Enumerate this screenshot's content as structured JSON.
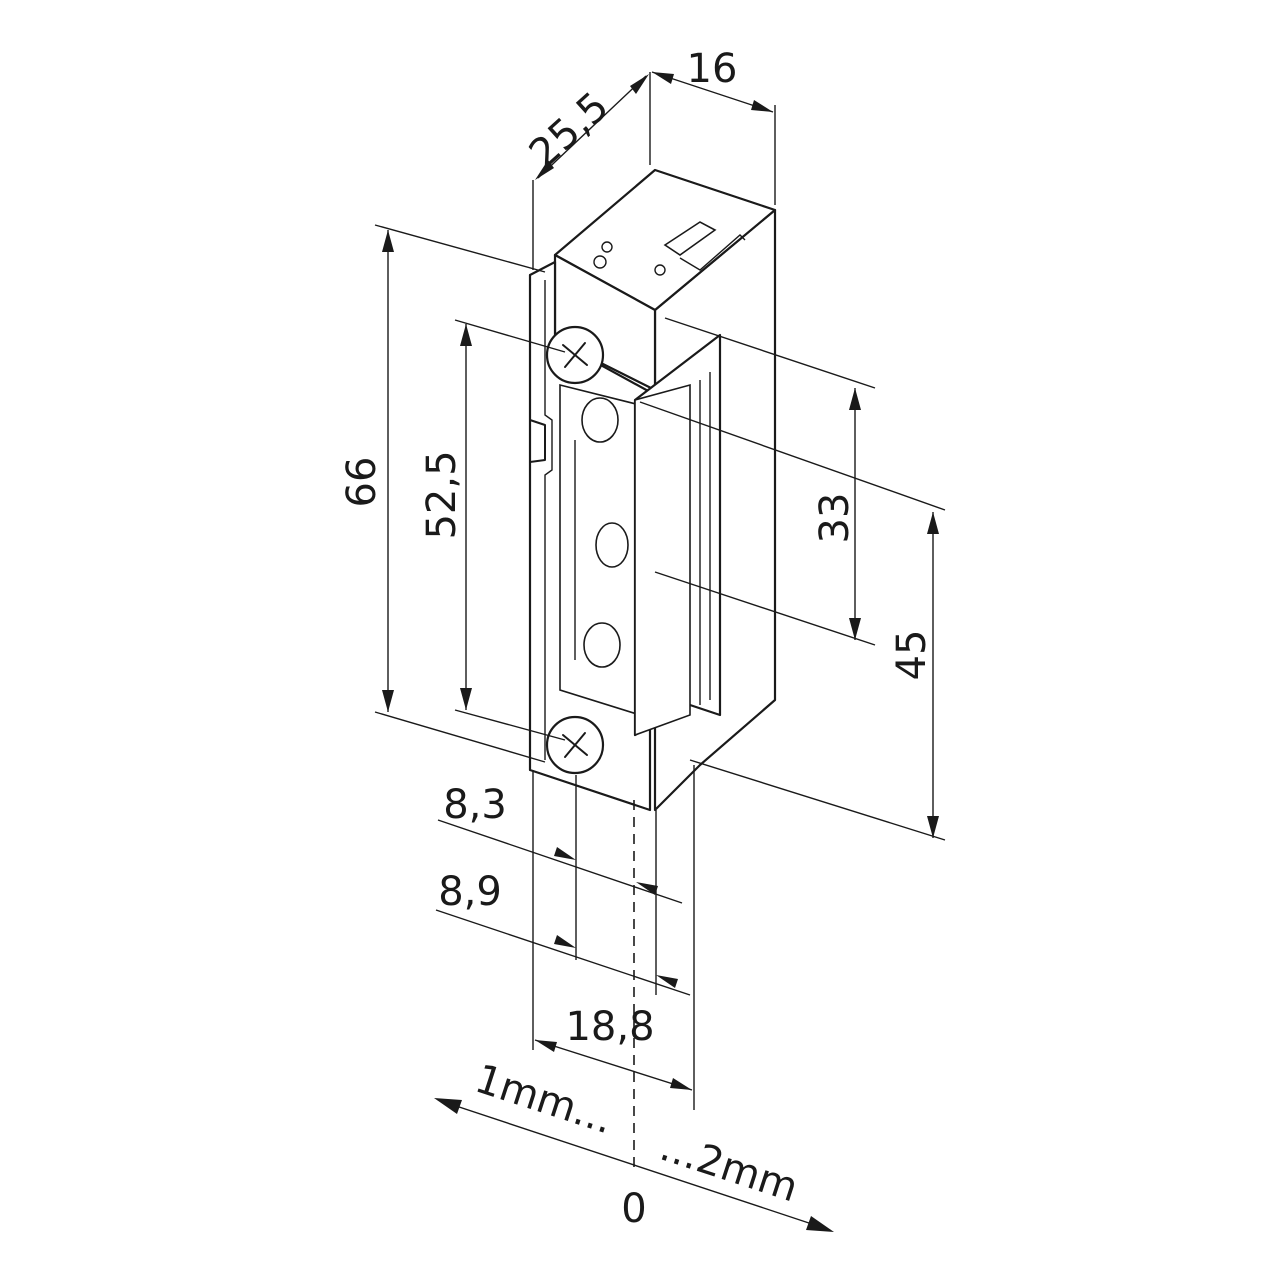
{
  "dimensions": {
    "depth": "25,5",
    "width_top": "16",
    "height_total": "66",
    "height_faceplate": "52,5",
    "latch_height": "33",
    "latch_offset": "45",
    "offset_a": "8,3",
    "offset_b": "8,9",
    "width_front": "18,8"
  },
  "adjustment": {
    "left_label": "1mm...",
    "right_label": "...2mm",
    "zero_label": "0"
  }
}
